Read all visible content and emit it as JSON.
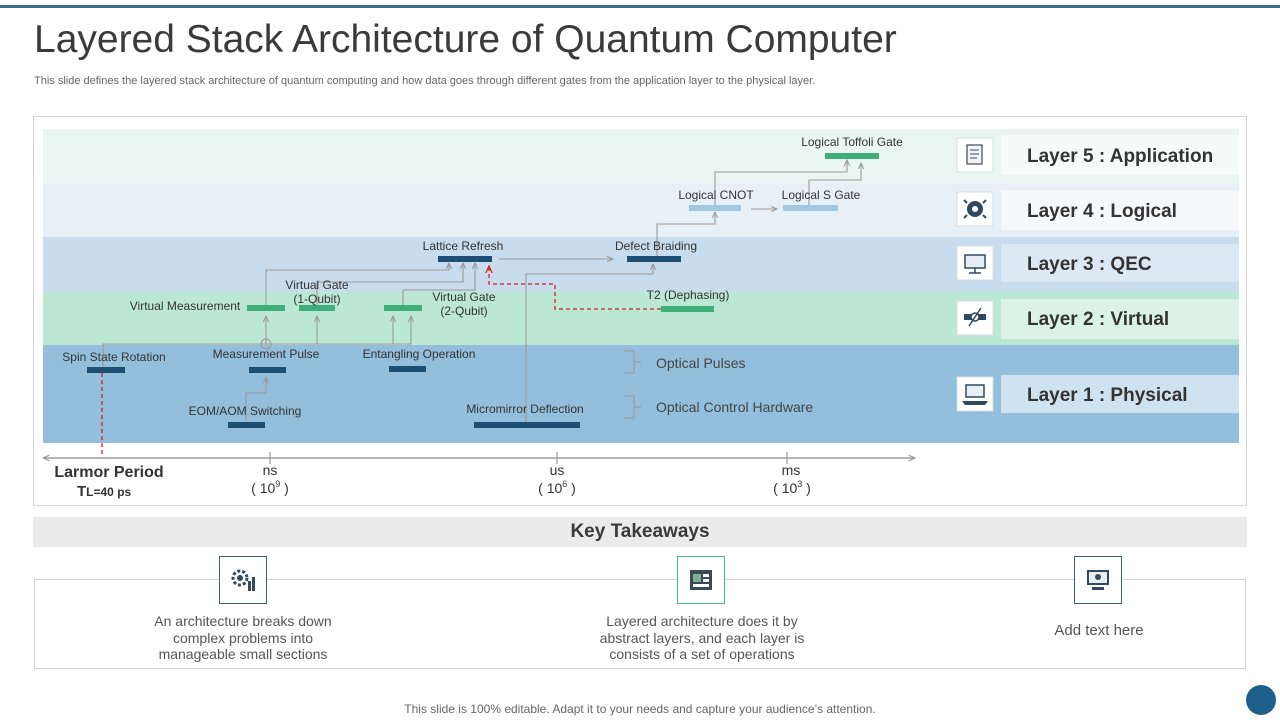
{
  "slide": {
    "title": "Layered Stack Architecture of Quantum Computer",
    "subtitle": "This slide defines the layered stack architecture of quantum computing and how data goes through different gates from the application layer to the physical layer.",
    "footer": "This slide is 100% editable. Adapt it to your needs and capture your audience’s attention."
  },
  "colors": {
    "accent": "#3d6e8c",
    "band_application": "#e9f6f1",
    "band_logical": "#e8f0f7",
    "band_qec": "#c9dced",
    "band_virtual": "#bde7d5",
    "band_physical": "#94bfdc",
    "gate_dark": "#1e4f73",
    "gate_green": "#3fae78",
    "gate_light": "#9cc8e4",
    "dashed_red": "#d01f1f"
  },
  "layers": [
    {
      "label": "Layer 5 : Application",
      "icon": "document-icon"
    },
    {
      "label": "Layer 4 : Logical",
      "icon": "brain-gear-icon"
    },
    {
      "label": "Layer 3 : QEC",
      "icon": "network-monitor-icon"
    },
    {
      "label": "Layer 2 : Virtual",
      "icon": "satellite-icon"
    },
    {
      "label": "Layer 1 : Physical",
      "icon": "laptop-network-icon"
    }
  ],
  "gates": {
    "logical_toffoli": "Logical Toffoli Gate",
    "logical_cnot": "Logical CNOT",
    "logical_s": "Logical S Gate",
    "lattice_refresh": "Lattice Refresh",
    "defect_braiding": "Defect Braiding",
    "virtual_gate_1_l1": "Virtual Gate",
    "virtual_gate_1_l2": "(1-Qubit)",
    "virtual_measurement": "Virtual Measurement",
    "virtual_gate_2_l1": "Virtual Gate",
    "virtual_gate_2_l2": "(2-Qubit)",
    "t2_dephasing": "T2 (Dephasing)",
    "spin_state_rotation": "Spin State Rotation",
    "measurement_pulse": "Measurement Pulse",
    "entangling_operation": "Entangling Operation",
    "eom_aom_switching": "EOM/AOM  Switching",
    "micromirror_deflection": "Micromirror Deflection"
  },
  "hardware": {
    "optical_pulses": "Optical Pulses",
    "optical_control_hardware": "Optical Control Hardware"
  },
  "timeline": {
    "larmor_label": "Larmor Period",
    "larmor_formula_t": "T",
    "larmor_formula_rest": "L=40 ps",
    "ticks": [
      {
        "unit": "ns",
        "base": "( 10",
        "exp": "9",
        "close": " )"
      },
      {
        "unit": "us",
        "base": "( 10",
        "exp": "6",
        "close": " )"
      },
      {
        "unit": "ms",
        "base": "( 10",
        "exp": "3",
        "close": " )"
      }
    ]
  },
  "takeaways": {
    "title": "Key Takeaways",
    "items": [
      {
        "text_lines": [
          "An architecture breaks down",
          "complex problems into",
          "manageable small sections"
        ],
        "icon": "gear-chart-icon"
      },
      {
        "text_lines": [
          "Layered architecture does it by",
          "abstract layers, and each layer is",
          "consists of a set of operations"
        ],
        "icon": "machine-panel-icon"
      },
      {
        "text_lines": [
          "Add text here"
        ],
        "icon": "computer-network-icon"
      }
    ]
  }
}
